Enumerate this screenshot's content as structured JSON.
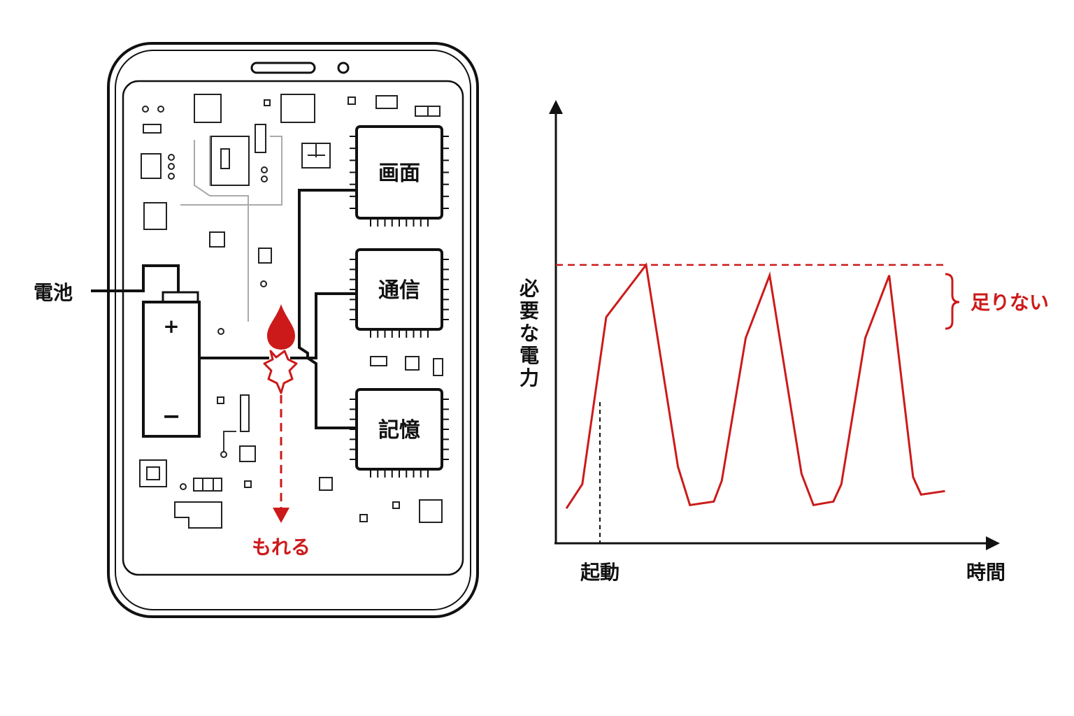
{
  "labels": {
    "battery": "電池",
    "battery_plus": "+",
    "battery_minus": "−",
    "chip_screen": "画面",
    "chip_comm": "通信",
    "chip_memory": "記憶",
    "leak": "もれる",
    "y_axis": [
      "必",
      "要",
      "な",
      "電",
      "力"
    ],
    "x_axis": "時間",
    "startup": "起動",
    "shortfall": "足りない"
  },
  "colors": {
    "accent": "#cc1a1a",
    "line": "#111111",
    "trace": "#aaaaaa"
  },
  "chart_data": {
    "type": "line",
    "title": "",
    "xlabel": "時間",
    "ylabel": "必要な電力",
    "annotations": [
      "起動",
      "足りない"
    ],
    "threshold": 0.8,
    "series": [
      {
        "values": [
          [
            0.0,
            0.1
          ],
          [
            0.04,
            0.17
          ],
          [
            0.1,
            0.65
          ],
          [
            0.2,
            0.8
          ],
          [
            0.28,
            0.22
          ],
          [
            0.31,
            0.11
          ],
          [
            0.37,
            0.12
          ],
          [
            0.39,
            0.18
          ],
          [
            0.45,
            0.59
          ],
          [
            0.51,
            0.77
          ],
          [
            0.59,
            0.2
          ],
          [
            0.62,
            0.11
          ],
          [
            0.67,
            0.12
          ],
          [
            0.69,
            0.17
          ],
          [
            0.75,
            0.59
          ],
          [
            0.81,
            0.77
          ],
          [
            0.87,
            0.19
          ],
          [
            0.89,
            0.14
          ],
          [
            0.95,
            0.15
          ]
        ]
      }
    ]
  }
}
